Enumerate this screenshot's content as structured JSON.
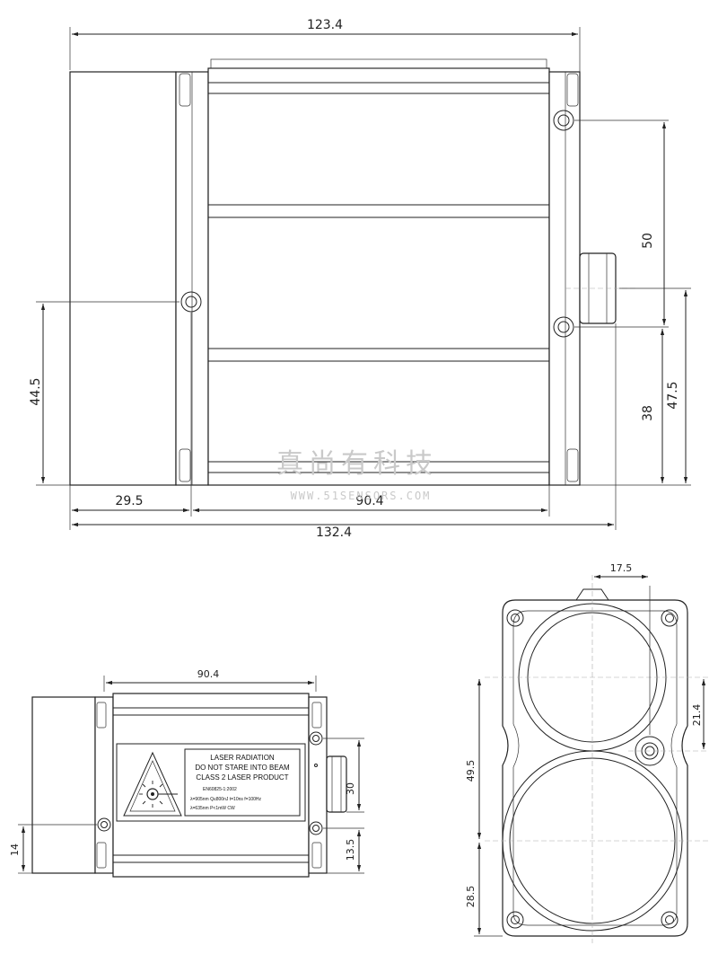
{
  "watermark": {
    "chinese": "真尚有科技",
    "url": "WWW.51SENSORS.COM"
  },
  "top_view": {
    "dims": {
      "total_width_top": "123.4",
      "height_right_upper": "50",
      "height_right_lower": "38",
      "height_right_total": "47.5",
      "height_left": "44.5",
      "width_left": "29.5",
      "width_body": "90.4",
      "total_width_bottom": "132.4"
    }
  },
  "side_view": {
    "dims": {
      "width_top": "90.4",
      "height_connector": "30",
      "height_lower_right": "13.5",
      "height_left": "14"
    },
    "label": {
      "line1": "LASER RADIATION",
      "line2": "DO NOT STARE INTO BEAM",
      "line3": "CLASS 2 LASER PRODUCT",
      "line4": "EN60825-1:2002",
      "line5": "λ=905nm  Q≤800nJ  t=10ns  f=100Hz",
      "line6": "λ=635nm  P<1mW   CW"
    }
  },
  "front_view": {
    "dims": {
      "top_offset": "17.5",
      "right_offset": "21.4",
      "left_upper": "49.5",
      "left_lower": "28.5"
    }
  }
}
